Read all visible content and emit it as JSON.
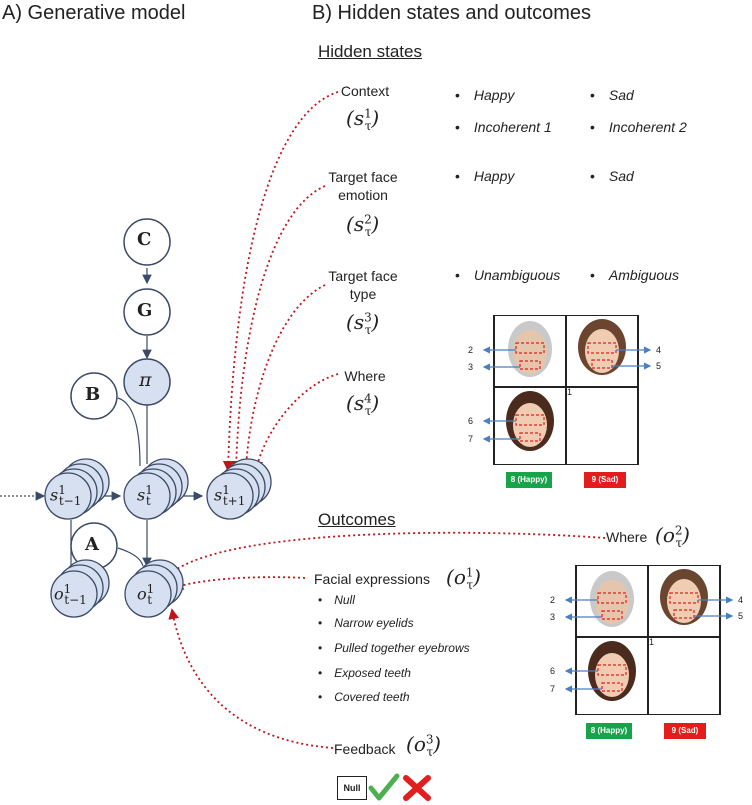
{
  "panel_a": {
    "title": "A) Generative model",
    "nodes": {
      "C": "C",
      "G": "G",
      "pi": "π",
      "B": "B",
      "A": "A",
      "s_prev": {
        "base": "s",
        "sup": "1",
        "sub": "t−1"
      },
      "s_t": {
        "base": "s",
        "sup": "1",
        "sub": "t"
      },
      "s_next": {
        "base": "s",
        "sup": "1",
        "sub": "t+1"
      },
      "o_prev": {
        "base": "o",
        "sup": "1",
        "sub": "t−1"
      },
      "o_t": {
        "base": "o",
        "sup": "1",
        "sub": "t"
      }
    }
  },
  "panel_b": {
    "title": "B) Hidden states and outcomes",
    "hidden_states_heading": "Hidden states",
    "factors": [
      {
        "name": "Context",
        "sym_base": "s",
        "sym_sup": "1",
        "sym_sub": "τ",
        "options": [
          "Happy",
          "Sad",
          "Incoherent 1",
          "Incoherent 2"
        ]
      },
      {
        "name": "Target face emotion",
        "sym_base": "s",
        "sym_sup": "2",
        "sym_sub": "τ",
        "options": [
          "Happy",
          "Sad"
        ]
      },
      {
        "name": "Target face type",
        "sym_base": "s",
        "sym_sup": "3",
        "sym_sub": "τ",
        "options": [
          "Unambiguous",
          "Ambiguous"
        ]
      },
      {
        "name": "Where",
        "sym_base": "s",
        "sym_sup": "4",
        "sym_sub": "τ",
        "options": []
      }
    ],
    "outcomes_heading": "Outcomes",
    "outcomes": {
      "where": {
        "name": "Where",
        "sym_base": "o",
        "sym_sup": "2",
        "sym_sub": "τ"
      },
      "facial": {
        "name": "Facial expressions",
        "sym_base": "o",
        "sym_sup": "1",
        "sym_sub": "τ",
        "items": [
          "Null",
          "Narrow eyelids",
          "Pulled together eyebrows",
          "Exposed teeth",
          "Covered teeth"
        ]
      },
      "feedback": {
        "name": "Feedback",
        "sym_base": "o",
        "sym_sup": "3",
        "sym_sub": "τ"
      }
    },
    "screen": {
      "numbers": [
        "2",
        "3",
        "4",
        "5",
        "1",
        "6",
        "7"
      ],
      "happy_button": "8 (Happy)",
      "sad_button": "9 (Sad)"
    },
    "feedback_icons": {
      "null_label": "Null",
      "check": "check-icon",
      "cross": "cross-icon"
    }
  },
  "colors": {
    "node_fill": "#d6e0f0",
    "node_stroke": "#3b4a66",
    "dotted_red": "#c0161b",
    "arrow_blue": "#4a7fc1",
    "happy_green": "#16a34a",
    "sad_red": "#e11d1d",
    "check_green": "#4caf50",
    "cross_red": "#e02020"
  }
}
